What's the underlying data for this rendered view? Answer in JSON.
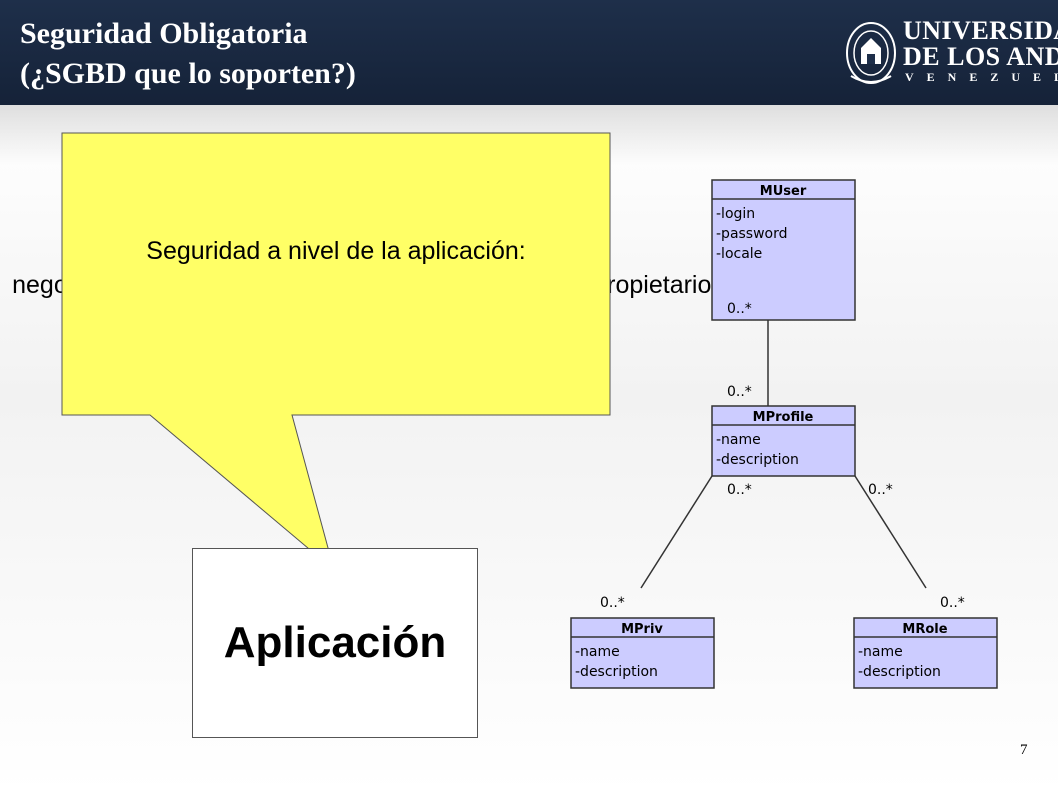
{
  "header": {
    "title_line1": "Seguridad Obligatoria",
    "title_line2": "(¿SGBD que lo soporten?)",
    "logo": {
      "line1": "UNIVERSIDAD",
      "line2": "DE LOS ANDES",
      "line3": "VENEZUELA"
    }
  },
  "background_text": "ca de negocio, restricciones de acceso a los recursos, propietarios de",
  "callout": {
    "text": "Seguridad a nivel de la aplicación:",
    "fill": "#ffff66"
  },
  "app_box": {
    "label": "Aplicación"
  },
  "uml": {
    "class_fill": "#ccccff",
    "classes": {
      "muser": {
        "name": "MUser",
        "attrs": [
          "-login",
          "-password",
          "-locale"
        ]
      },
      "mprofile": {
        "name": "MProfile",
        "attrs": [
          "-name",
          "-description"
        ]
      },
      "mpriv": {
        "name": "MPriv",
        "attrs": [
          "-name",
          "-description"
        ]
      },
      "mrole": {
        "name": "MRole",
        "attrs": [
          "-name",
          "-description"
        ]
      }
    },
    "multiplicities": {
      "user_profile_top": "0..*",
      "user_profile_bottom": "0..*",
      "profile_priv_top": "0..*",
      "profile_role_top": "0..*",
      "priv_bottom": "0..*",
      "role_bottom": "0..*"
    }
  },
  "page_number": "7"
}
